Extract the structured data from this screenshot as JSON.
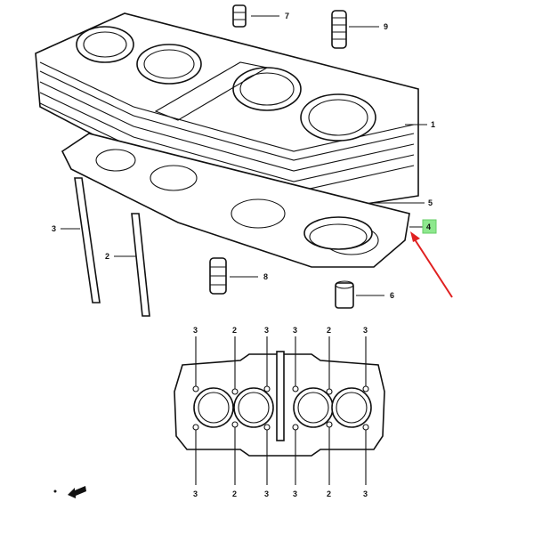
{
  "diagram": {
    "callouts": {
      "cylinder": "1",
      "stud_short": "2",
      "stud_long": "3",
      "head_gasket": "4",
      "o_ring": "5",
      "dowel": "6",
      "plug_small": "7",
      "plug_side": "8",
      "plug_top": "9"
    },
    "highlight_color": "#8ee88e",
    "arrow_color": "#e02020",
    "gasket_top_labels": [
      "3",
      "2",
      "3",
      "3",
      "2",
      "3"
    ],
    "gasket_bottom_labels": [
      "3",
      "2",
      "3",
      "3",
      "2",
      "3"
    ]
  }
}
